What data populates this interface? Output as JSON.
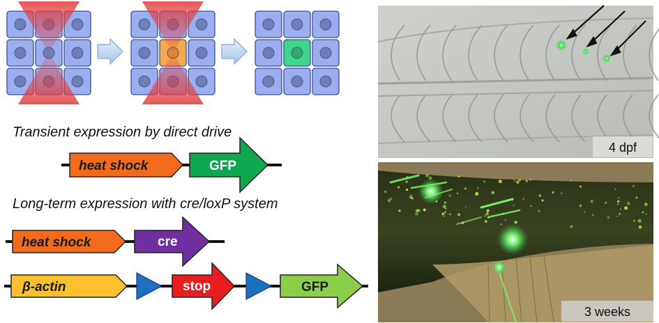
{
  "captions": {
    "transient": "Transient expression by direct drive",
    "longterm": "Long-term expression with cre/loxP system"
  },
  "constructs": {
    "heat_shock_1": "heat shock",
    "gfp_1": "GFP",
    "heat_shock_2": "heat shock",
    "cre": "cre",
    "beta_actin": "β-actin",
    "stop": "stop",
    "gfp_2": "GFP"
  },
  "photos": {
    "top_label": "4 dpf",
    "bottom_label": "3 weeks"
  },
  "colors": {
    "cell_fill": "#9aaef0",
    "cell_stroke": "#3a4f9e",
    "nucleus": "#6e7fb6",
    "laser": "#e23a3a",
    "heated_cell": "#f5a94a",
    "green_cell": "#3fd58b",
    "step_arrow": "#c8daf2",
    "heat_shock": "#f26b1d",
    "gfp": "#10a84e",
    "cre": "#7030a0",
    "beta_actin": "#fbc02d",
    "loxp": "#1f6fc0",
    "stop": "#e81d1d",
    "gfp_light": "#8ccd4a"
  }
}
